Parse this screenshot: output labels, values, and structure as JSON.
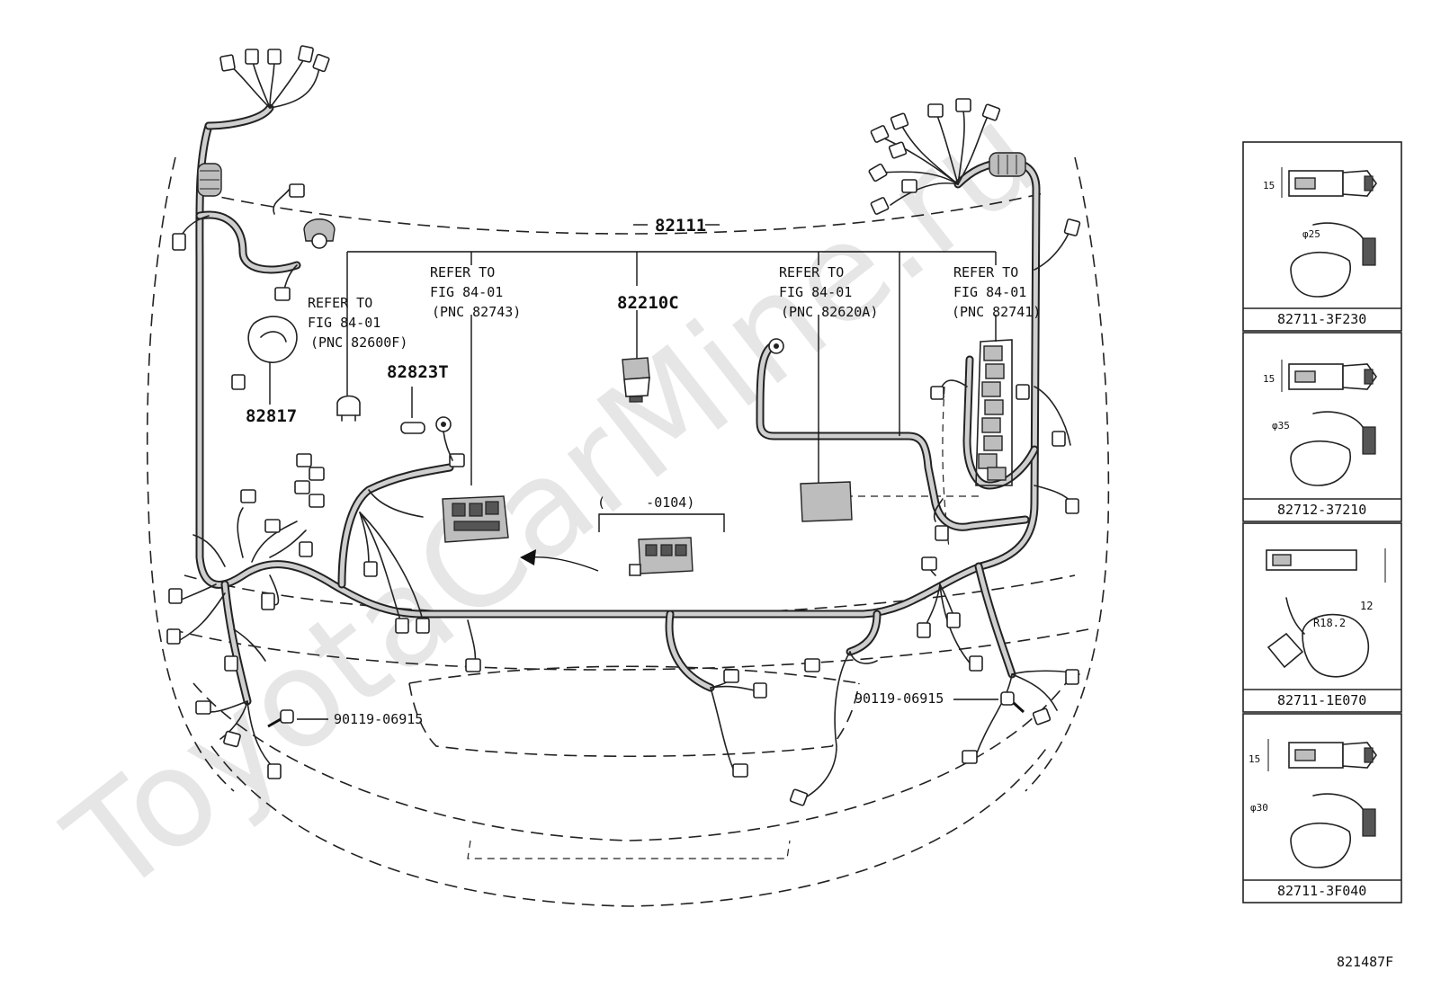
{
  "watermark": "ToyotaCarMine.ru",
  "figure_code": "821487F",
  "parts": {
    "main_harness": "82111",
    "relay_block": "82210C",
    "p82817": "82817",
    "p82823t": "82823T",
    "bolt_left": "90119-06915",
    "bolt_right": "90119-06915"
  },
  "refer_notes": {
    "left": {
      "line1": "REFER TO",
      "line2": "FIG 84-01",
      "line3": "(PNC 82600F)"
    },
    "center_left": {
      "line1": "REFER TO",
      "line2": "FIG 84-01",
      "line3": "(PNC 82743)"
    },
    "center_right": {
      "line1": "REFER TO",
      "line2": "FIG 84-01",
      "line3": "(PNC 82620A)"
    },
    "right": {
      "line1": "REFER TO",
      "line2": "FIG 84-01",
      "line3": "(PNC 82741)"
    }
  },
  "date_range": "(     -0104)",
  "clamps": [
    {
      "part": "82711-3F230",
      "height": "15",
      "diameter": "φ25"
    },
    {
      "part": "82712-37210",
      "height": "15",
      "diameter": "φ35"
    },
    {
      "part": "82711-1E070",
      "height": "12",
      "diameter": "R18.2"
    },
    {
      "part": "82711-3F040",
      "height": "15",
      "diameter": "φ30"
    }
  ],
  "icons": {
    "relay_block": "relay-block-icon",
    "fuse_box": "fuse-box-icon",
    "clamp": "clamp-icon",
    "bolt": "bolt-icon",
    "arrow": "arrow-icon"
  }
}
